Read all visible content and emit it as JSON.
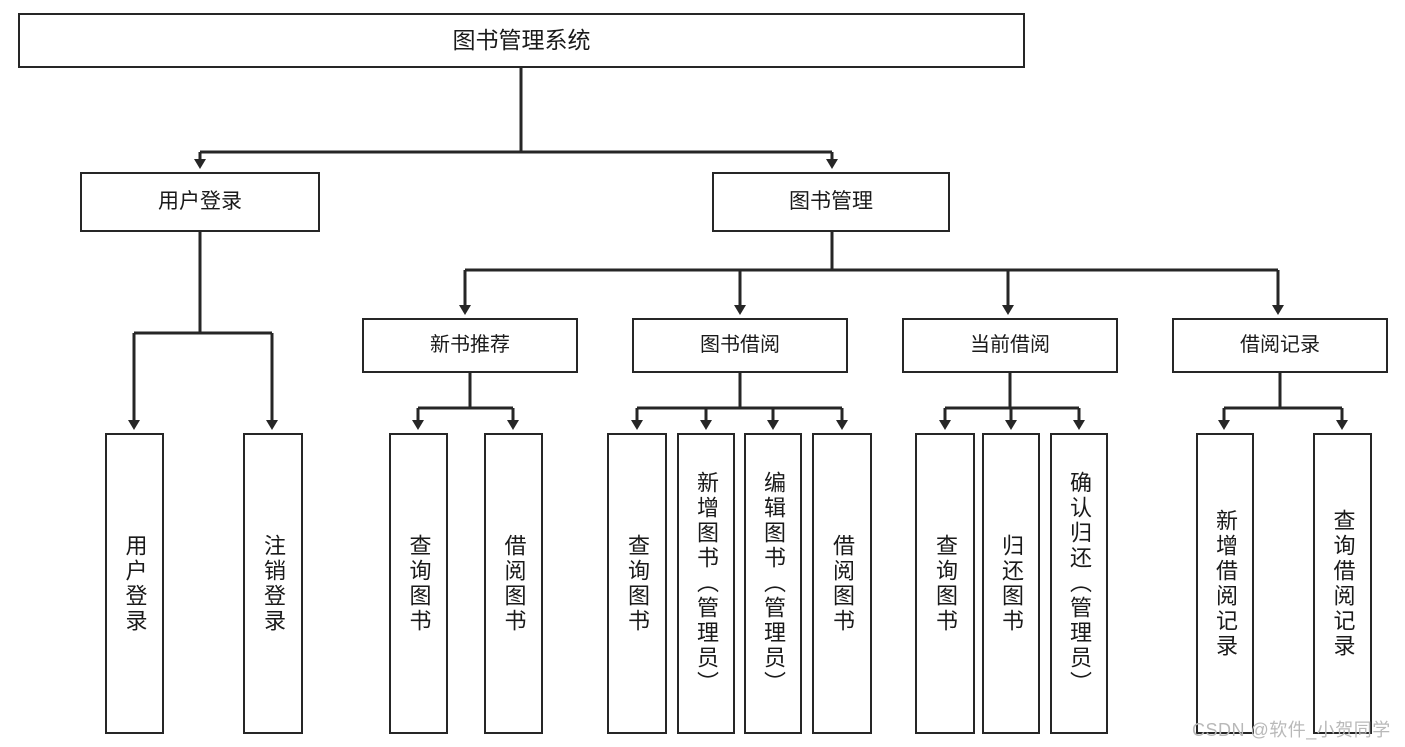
{
  "diagram": {
    "title": "图书管理系统",
    "type": "tree-hierarchy-diagram",
    "watermark": "CSDN @软件_小贺同学",
    "colors": {
      "background": "#ffffff",
      "box_border": "#262626",
      "box_fill": "#ffffff",
      "connector": "#262626",
      "text": "#1a1a1a",
      "watermark": "#b9b9b9"
    },
    "root": {
      "label": "图书管理系统"
    },
    "level1": [
      {
        "label": "用户登录"
      },
      {
        "label": "图书管理"
      }
    ],
    "level2": [
      {
        "label": "新书推荐"
      },
      {
        "label": "图书借阅"
      },
      {
        "label": "当前借阅"
      },
      {
        "label": "借阅记录"
      }
    ],
    "leaves": {
      "user_login": [
        {
          "label": "用户登录"
        },
        {
          "label": "注销登录"
        }
      ],
      "new_book_recommend": [
        {
          "label": "查询图书"
        },
        {
          "label": "借阅图书"
        }
      ],
      "book_borrow": [
        {
          "label": "查询图书"
        },
        {
          "label": "新增图书（管理员）"
        },
        {
          "label": "编辑图书（管理员）"
        },
        {
          "label": "借阅图书"
        }
      ],
      "current_borrow": [
        {
          "label": "查询图书"
        },
        {
          "label": "归还图书"
        },
        {
          "label": "确认归还（管理员）"
        }
      ],
      "borrow_record": [
        {
          "label": "新增借阅记录"
        },
        {
          "label": "查询借阅记录"
        }
      ]
    }
  }
}
